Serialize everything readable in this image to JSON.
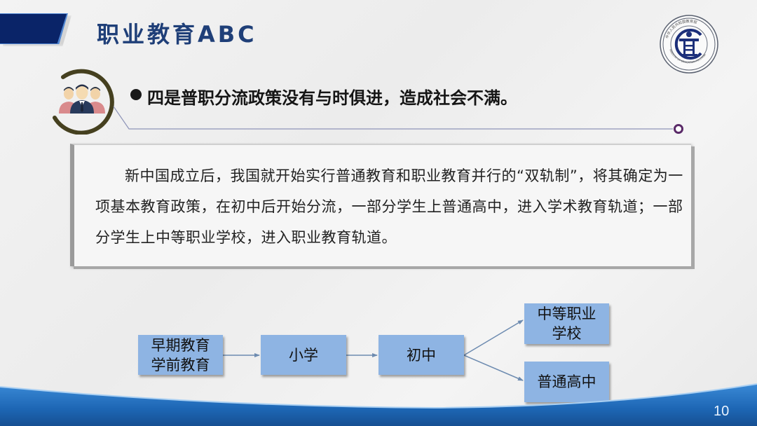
{
  "header": {
    "title": "职业教育ABC",
    "accent_color": "#0a2468",
    "title_color": "#1f3f78"
  },
  "logo": {
    "name": "ministry-of-education-emblem",
    "outer_text_cn": "中华人民共和国教育部",
    "outer_text_en": "MINISTRY OF EDUCATION P.R.CHINA"
  },
  "section": {
    "icon": "people-group-icon",
    "bullet": "四是普职分流政策没有与时俱进，造成社会不满。"
  },
  "body_text": "新中国成立后，我国就开始实行普通教育和职业教育并行的“双轨制”，将其确定为一项基本教育政策，在初中后开始分流，一部分学生上普通高中，进入学术教育轨道；一部分学生上中等职业学校，进入职业教育轨道。",
  "flowchart": {
    "box_color": "#8eb4e3",
    "nodes": [
      {
        "id": "early",
        "lines": [
          "早期教育",
          "学前教育"
        ]
      },
      {
        "id": "primary",
        "lines": [
          "小学"
        ]
      },
      {
        "id": "junior",
        "lines": [
          "初中"
        ]
      },
      {
        "id": "vocational",
        "lines": [
          "中等职业",
          "学校"
        ]
      },
      {
        "id": "senior",
        "lines": [
          "普通高中"
        ]
      }
    ],
    "edges": [
      [
        "early",
        "primary"
      ],
      [
        "primary",
        "junior"
      ],
      [
        "junior",
        "vocational"
      ],
      [
        "junior",
        "senior"
      ]
    ]
  },
  "footer": {
    "page_number": "10",
    "band_color": "#1f6fbf"
  }
}
